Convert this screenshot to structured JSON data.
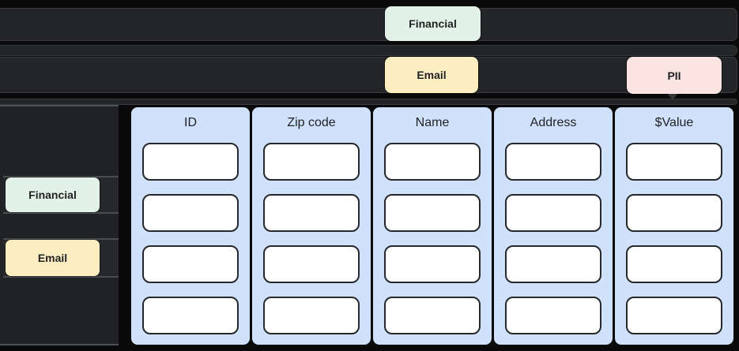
{
  "diagram": {
    "top_bars": {
      "financial_tag": {
        "label": "Financial",
        "color": "#e3f2e8"
      },
      "email_tag": {
        "label": "Email",
        "color": "#fdeec2"
      },
      "pii_tag": {
        "label": "PII",
        "color": "#fbe4e2"
      }
    },
    "sidebar": {
      "financial_tag": {
        "label": "Financial",
        "color": "#e3f2e8"
      },
      "email_tag": {
        "label": "Email",
        "color": "#fdeec2"
      }
    },
    "table": {
      "panel_color": "#cfe1fb",
      "cell_color": "#ffffff",
      "rows_per_column": 4,
      "columns": [
        {
          "header": "ID",
          "cell_count": 4
        },
        {
          "header": "Zip code",
          "cell_count": 4
        },
        {
          "header": "Name",
          "cell_count": 4
        },
        {
          "header": "Address",
          "cell_count": 4
        },
        {
          "header": "$Value",
          "cell_count": 4
        }
      ]
    }
  }
}
